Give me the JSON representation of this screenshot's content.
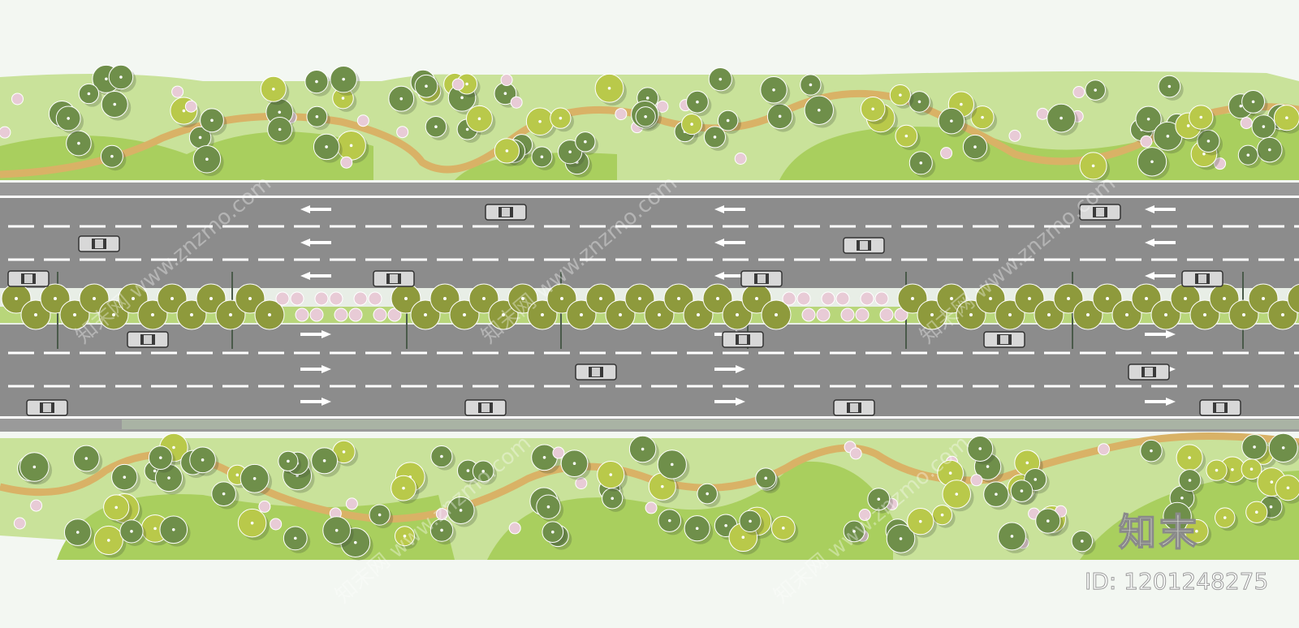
{
  "brand": {
    "logo_text": "知末",
    "id_label": "ID: 1201248275"
  },
  "watermark": {
    "text": "知末网 www.znzmo.com"
  },
  "colors": {
    "background": "#f3f7f2",
    "asphalt": "#8c8c8c",
    "lawn": "#a9cf5e",
    "path": "#d9b266",
    "tree_dark": "#6f8f4a",
    "tree_light": "#b9c94a",
    "tree_median": "#8e9a3c",
    "blossom": "#e8cbd6",
    "lane_marking": "#ffffff"
  },
  "roads": {
    "upper_carriageway": {
      "lanes": 3,
      "direction": "westbound",
      "arrow_icon": "arrow-left-icon"
    },
    "lower_carriageway": {
      "lanes": 3,
      "direction": "eastbound",
      "arrow_icon": "arrow-right-icon"
    }
  }
}
